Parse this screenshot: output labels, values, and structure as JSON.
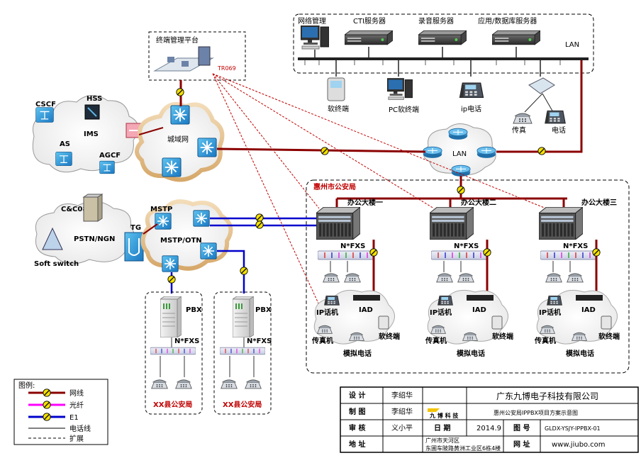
{
  "server_room": {
    "net_mgmt": "网络管理",
    "cti": "CTI服务器",
    "record": "录音服务器",
    "app_db": "应用/数据库服务器",
    "lan_tag": "LAN",
    "soft_terminal": "软终端",
    "pc_soft": "PC软终端",
    "ip_phone": "ip电话",
    "fax": "传真",
    "phone": "电话"
  },
  "terminal_mgmt": {
    "title": "终端管理平台",
    "tr069": "TR069"
  },
  "ims_cloud": {
    "cscf": "CSCF",
    "hss": "HSS",
    "ims": "IMS",
    "as": "AS",
    "agcf": "AGCF"
  },
  "metro_cloud": {
    "label": "城域网"
  },
  "core_lan": {
    "label": "LAN"
  },
  "pstn_cloud": {
    "cc08": "C&C08",
    "pstn": "PSTN/NGN",
    "tg": "TG",
    "softswitch": "Soft switch"
  },
  "mstp_cloud": {
    "mstp": "MSTP",
    "mstp_otn": "MSTP/OTN"
  },
  "bureau": {
    "title": "惠州市公安局",
    "buildings": [
      {
        "name": "办公大楼一"
      },
      {
        "name": "办公大楼二"
      },
      {
        "name": "办公大楼三"
      }
    ],
    "fxs": "N*FXS",
    "ip_phone": "IP话机",
    "iad": "IAD",
    "fax": "传真机",
    "soft": "软终端",
    "analog": "模拟电话"
  },
  "county": {
    "pbx": "PBX",
    "fxs": "N*FXS",
    "left_name": "XX县公安局",
    "right_name": "XX县公安局"
  },
  "legend": {
    "title": "图例:",
    "items": [
      "网线",
      "光纤",
      "E1",
      "电话线",
      "扩展"
    ]
  },
  "title_block": {
    "design_label": "设 计",
    "design_name": "李绍华",
    "draw_label": "制 图",
    "draw_name": "李绍华",
    "review_label": "审 核",
    "review_name": "义小平",
    "address_label": "地 址",
    "address_line1": "广州市天河区",
    "address_line2": "东圃车陂路黄洲工业区6栋4楼",
    "date_label": "日 期",
    "date_value": "2014.9",
    "drawing_label": "图 号",
    "drawing_no": "GLDX-YSJY-IPPBX-01",
    "web_label": "网 址",
    "web": "www.jiubo.com",
    "company": "广东九博电子科技有限公司",
    "project": "惠州公安局IPPBX项目方案示意图",
    "logo_text": "九 博 科 技"
  },
  "colors": {
    "net_line": "#8b0000",
    "fiber": "#ff00ff",
    "e1": "#0000cc",
    "bureau_title": "#c00000"
  }
}
